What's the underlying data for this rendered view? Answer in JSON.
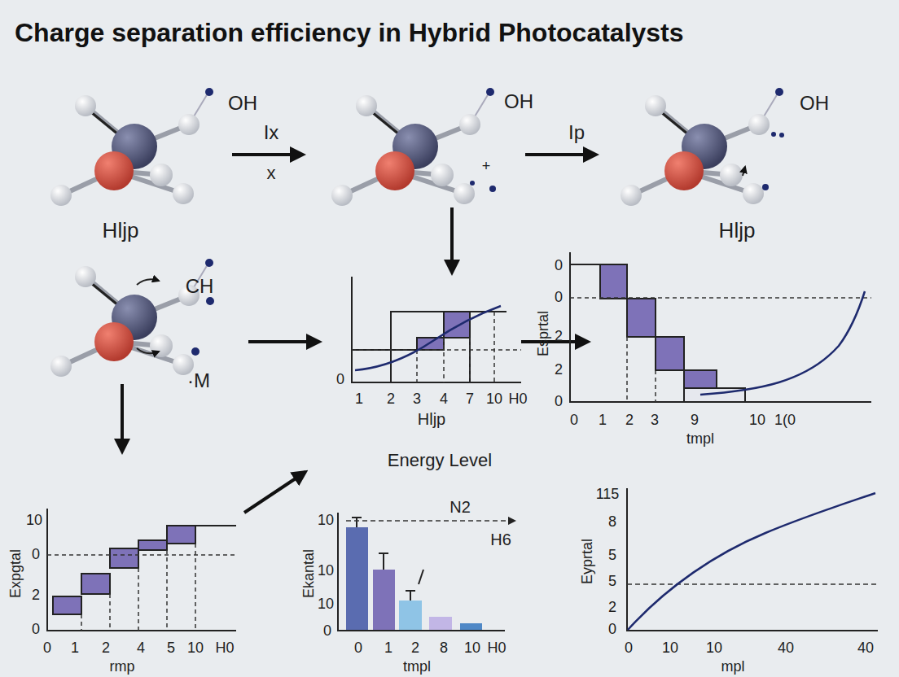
{
  "diagram": {
    "title": "Charge separation efficiency in Hybrid Photocatalysts",
    "labels": [
      "OH",
      "Ix",
      "x",
      "Hljp",
      "OH",
      "+",
      "Ip",
      "OH",
      "Hljp",
      "CH",
      "·M",
      "0",
      "1",
      "2",
      "3",
      "4",
      "7",
      "10",
      "H0",
      "Hljp",
      "Energy Level",
      "0",
      "0",
      "2",
      "2",
      "0",
      "Esprtal",
      "0",
      "1",
      "2",
      "3",
      "9",
      "10",
      "1(0",
      "tmpl",
      "10",
      "0",
      "2",
      "0",
      "Expgtal",
      "0",
      "1",
      "2",
      "4",
      "5",
      "10",
      "H0",
      "rmp",
      "10",
      "10",
      "10",
      "0",
      "Ekantal",
      "N2",
      "H6",
      "0",
      "1",
      "2",
      "8",
      "10",
      "H0",
      "tmpl",
      "115",
      "8",
      "5",
      "5",
      "2",
      "0",
      "Eyprtal",
      "0",
      "10",
      "10",
      "40",
      "40",
      "mpl"
    ]
  }
}
